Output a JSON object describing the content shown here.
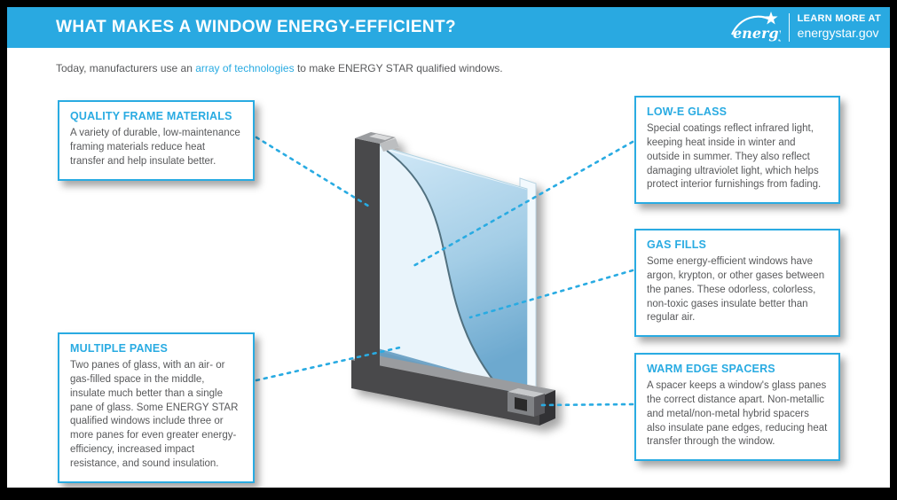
{
  "header": {
    "title": "WHAT MAKES A WINDOW ENERGY-EFFICIENT?",
    "logo_word": "energy",
    "learn_more_line1": "LEARN MORE AT",
    "learn_more_line2": "energystar.gov"
  },
  "intro": {
    "pre": "Today, manufacturers use an ",
    "link": "array of technologies",
    "post": " to make ENERGY STAR qualified windows."
  },
  "callouts": [
    {
      "title": "QUALITY FRAME MATERIALS",
      "body": "A variety of durable, low-maintenance framing materials reduce heat transfer and help insulate better."
    },
    {
      "title": "LOW-E GLASS",
      "body": "Special coatings reflect infrared light, keeping heat inside in winter and outside in summer. They also reflect damaging ultraviolet light, which helps protect interior furnishings from fading."
    },
    {
      "title": "GAS FILLS",
      "body": "Some energy-efficient windows have argon, krypton, or other gases between the panes. These odorless, colorless, non-toxic gases insulate better than regular air."
    },
    {
      "title": "MULTIPLE PANES",
      "body": "Two panes of glass, with an air- or gas-filled space in the middle, insulate much better than a single pane of glass. Some ENERGY STAR qualified windows include three or more panes for even greater energy-efficiency, increased impact resistance, and sound insulation."
    },
    {
      "title": "WARM EDGE SPACERS",
      "body": "A spacer keeps a window's glass panes the correct distance apart. Non-metallic and metal/non-metal hybrid spacers also insulate pane edges, reducing heat transfer through the window."
    }
  ],
  "colors": {
    "accent_blue": "#29abe2",
    "header_bg": "#29a9e1",
    "text_gray": "#58595b",
    "frame_dark": "#4a4a4c"
  }
}
